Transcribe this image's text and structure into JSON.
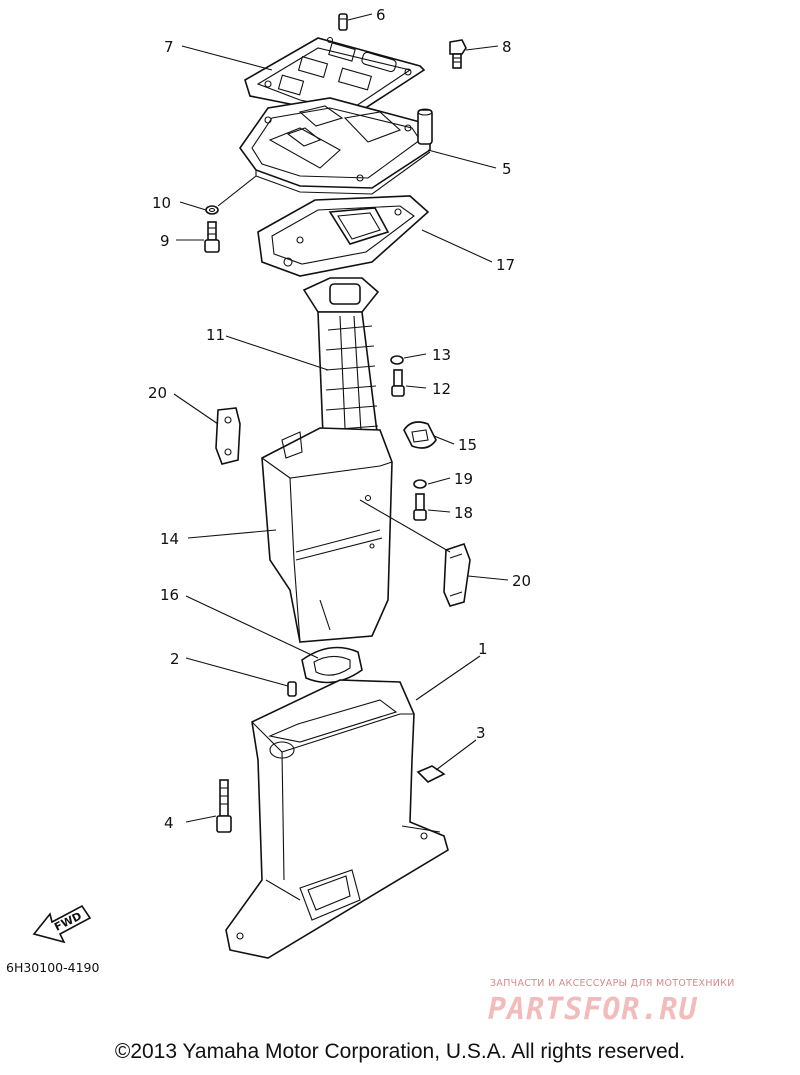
{
  "drawing_ref": "6H30100-4190",
  "fwd_label": "FWD",
  "callouts": [
    {
      "id": "c6",
      "label": "6"
    },
    {
      "id": "c7",
      "label": "7"
    },
    {
      "id": "c8",
      "label": "8"
    },
    {
      "id": "c5",
      "label": "5"
    },
    {
      "id": "c10",
      "label": "10"
    },
    {
      "id": "c9",
      "label": "9"
    },
    {
      "id": "c17",
      "label": "17"
    },
    {
      "id": "c11",
      "label": "11"
    },
    {
      "id": "c13",
      "label": "13"
    },
    {
      "id": "c12",
      "label": "12"
    },
    {
      "id": "c20a",
      "label": "20"
    },
    {
      "id": "c15",
      "label": "15"
    },
    {
      "id": "c19",
      "label": "19"
    },
    {
      "id": "c18",
      "label": "18"
    },
    {
      "id": "c14",
      "label": "14"
    },
    {
      "id": "c20b",
      "label": "20"
    },
    {
      "id": "c16",
      "label": "16"
    },
    {
      "id": "c2",
      "label": "2"
    },
    {
      "id": "c1",
      "label": "1"
    },
    {
      "id": "c3",
      "label": "3"
    },
    {
      "id": "c4",
      "label": "4"
    }
  ],
  "watermark": {
    "tagline": "ЗАПЧАСТИ И АКСЕССУАРЫ ДЛЯ МОТОТЕХНИКИ",
    "brand": "PARTSFOR.RU"
  },
  "copyright": "©2013 Yamaha Motor Corporation, U.S.A. All rights reserved."
}
